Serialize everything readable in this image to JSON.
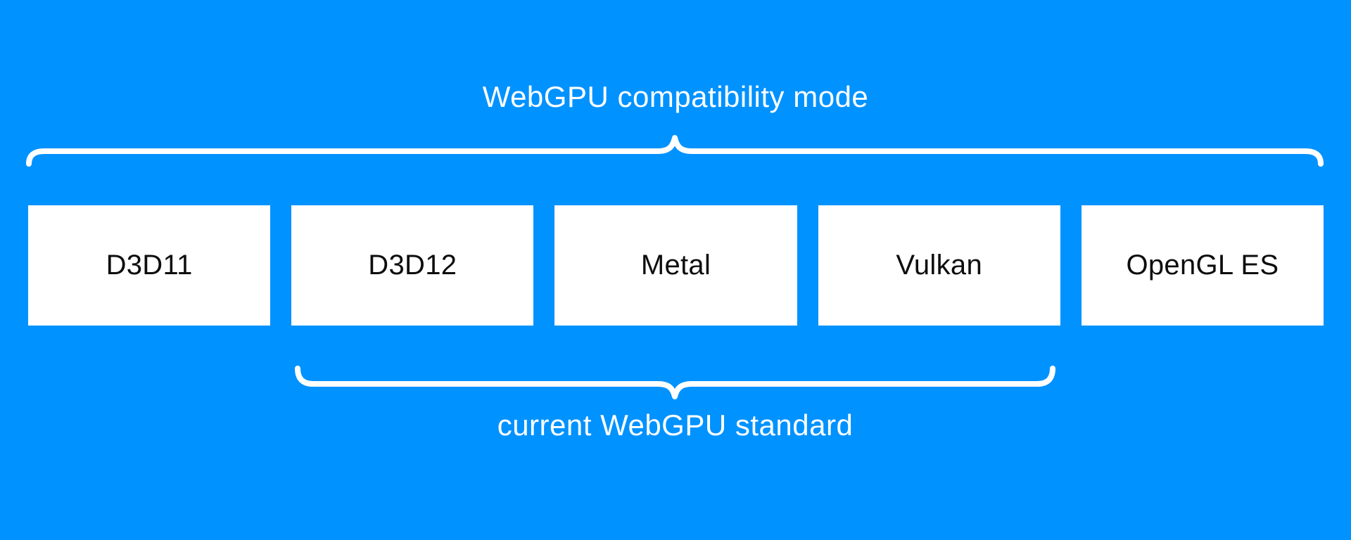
{
  "diagram": {
    "title": "WebGPU compatibility mode",
    "bottom_caption": "current WebGPU standard",
    "boxes": [
      "D3D11",
      "D3D12",
      "Metal",
      "Vulkan",
      "OpenGL ES"
    ],
    "colors": {
      "background": "#0092ff",
      "brace_stroke": "#ffffff",
      "box_fill": "#ffffff",
      "box_text": "#0d0d0d",
      "label_text": "#ffffff"
    }
  }
}
